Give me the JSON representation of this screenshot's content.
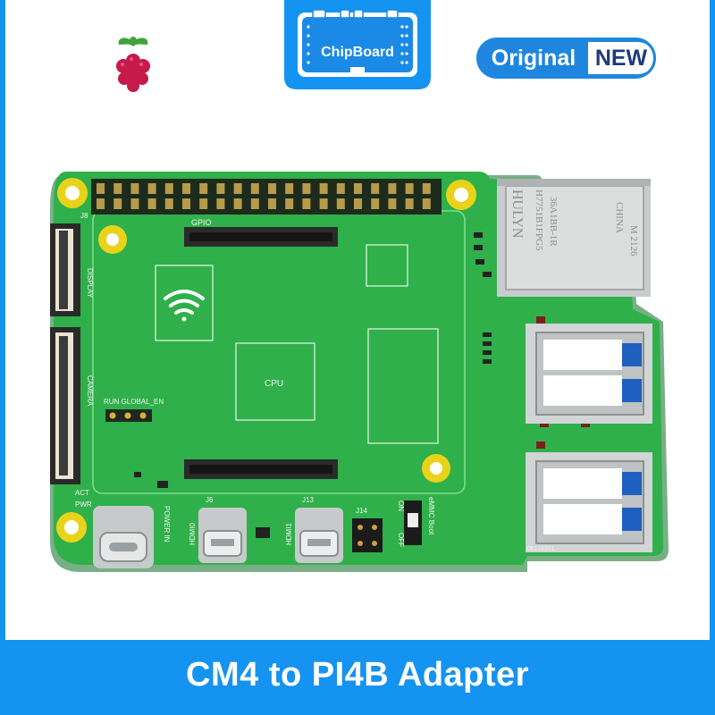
{
  "badge": {
    "brand": "ChipBoard"
  },
  "condition": {
    "left": "Original",
    "right": "NEW"
  },
  "product": {
    "title": "CM4 to PI4B Adapter"
  },
  "board_text": {
    "gpio": "GPIO",
    "display": "DISPLAY",
    "camera": "CAMERA",
    "cpu": "CPU",
    "run_label": "RUN GLOBAL_EN",
    "j6": "J6",
    "j13": "J13",
    "j14": "J14",
    "hdmi0": "HDMI0",
    "hdmi1": "HDMI1",
    "power_in": "POWER IN",
    "on": "ON",
    "off": "OFF",
    "emmc_boot": "eMMC Boot",
    "act": "ACT",
    "pwr": "PWR",
    "jack_brand": "HULYN",
    "jack_part": "H7751B1FPG5",
    "jack_code": "36A1BB-1R",
    "jack_origin": "CHINA",
    "jack_date": "M 2126",
    "serial": "06110201",
    "j8": "J8"
  },
  "colors": {
    "frame_blue": "#1593f0",
    "pcb_green": "#2fb04a",
    "pad_yellow": "#e9d31a"
  }
}
